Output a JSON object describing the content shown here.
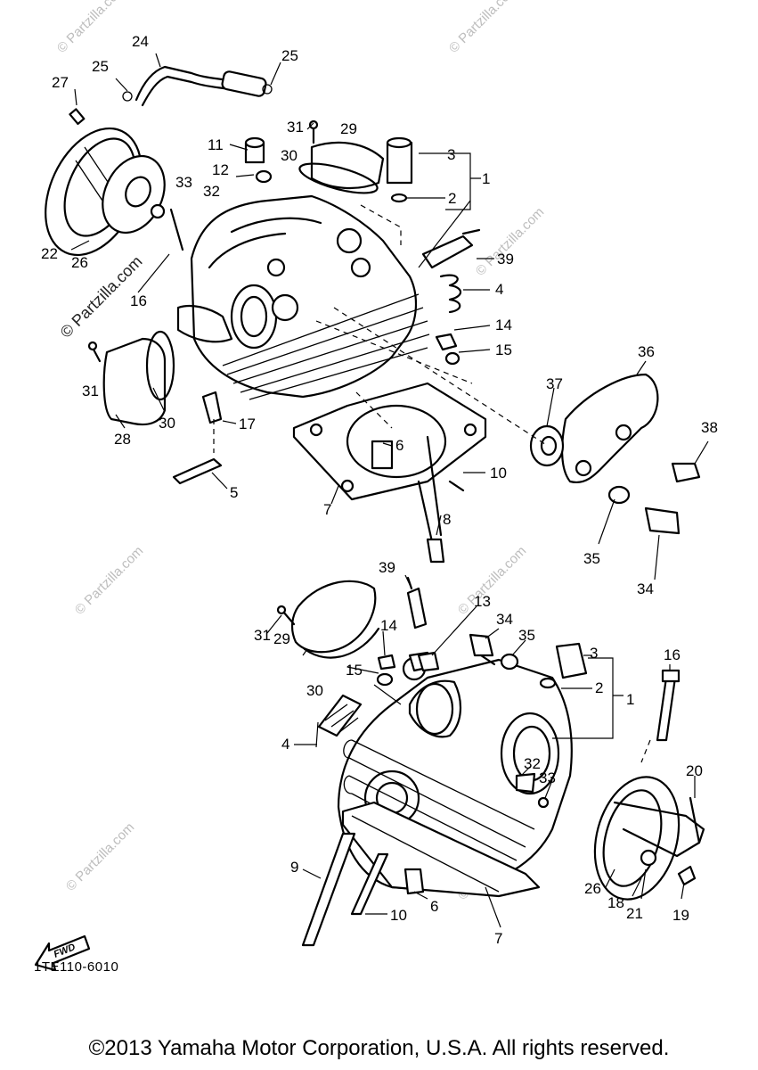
{
  "diagram": {
    "callouts": {
      "c24": "24",
      "c25a": "25",
      "c25b": "25",
      "c27": "27",
      "c31a": "31",
      "c29a": "29",
      "c11": "11",
      "c30a": "30",
      "c3a": "3",
      "c1a": "1",
      "c12": "12",
      "c33a": "33",
      "c32a": "32",
      "c2a": "2",
      "c22": "22",
      "c26a": "26",
      "c39a": "39",
      "c16a": "16",
      "c4a": "4",
      "c14a": "14",
      "c15a": "15",
      "c36": "36",
      "c31b": "31",
      "c30b": "30",
      "c28": "28",
      "c17": "17",
      "c37": "37",
      "c38": "38",
      "c6a": "6",
      "c10a": "10",
      "c5": "5",
      "c7a": "7",
      "c8": "8",
      "c35a": "35",
      "c34a": "34",
      "c39b": "39",
      "c13": "13",
      "c34b": "34",
      "c35b": "35",
      "c31c": "31",
      "c14b": "14",
      "c29b": "29",
      "c3b": "3",
      "c16b": "16",
      "c15b": "15",
      "c2b": "2",
      "c1b": "1",
      "c30c": "30",
      "c4b": "4",
      "c32b": "32",
      "c33b": "33",
      "c20": "20",
      "c9": "9",
      "c26b": "26",
      "c18": "18",
      "c21": "21",
      "c19": "19",
      "c10b": "10",
      "c6b": "6",
      "c7b": "7"
    },
    "fwd_label": "FWD",
    "watermark": "© Partzilla.com",
    "diagram_code": "1TE110-6010",
    "copyright": "©2013 Yamaha Motor Corporation, U.S.A. All rights reserved."
  }
}
